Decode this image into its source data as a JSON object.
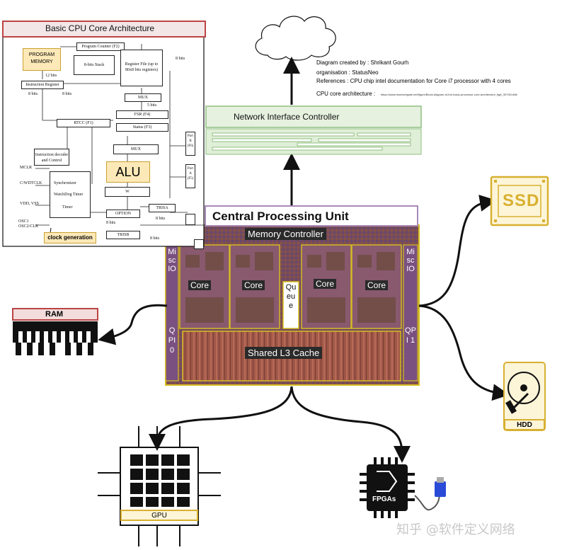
{
  "credits": {
    "created_by": "Diagram created by : Shrikant Gourh",
    "organisation": "organisation : StatusNeo",
    "references": "References : CPU chip intel documentation for Core i7 processor with 4 cores",
    "cpu_arch_label": "CPU core architecture :",
    "cpu_arch_url": "https://www.researchgate.net/figure/Block-diagram-of-the-basic-processor-core-architecture_fig6_307301486"
  },
  "core_arch": {
    "title": "Basic CPU Core Architecture",
    "program_memory": "PROGRAM MEMORY",
    "program_counter": "Program Counter (F2)",
    "stack": "8-bits Stack",
    "register_file": "Register File (up to 80x8 bits registers)",
    "instruction_register": "Instruction Register",
    "mux_top": "MUX",
    "fsr": "FSR (F4)",
    "status": "Status (F3)",
    "rtcc": "RTCC (F1)",
    "mux_mid": "MUX",
    "alu": "ALU",
    "w": "W",
    "instruction_decoder": "Instruction decoder and Control",
    "synchronizer": "Synchronizer",
    "watchdog": "WatchDog Timer",
    "timer": "Timer",
    "option": "OPTION",
    "trisa": "TRISA",
    "trisb": "TRISB",
    "port_b": "Port B (F6)",
    "port_a": "Port A (F5)",
    "mclr": "MCLR",
    "c_wdtclk": "C/WDTCLK",
    "vdd_vss": "VDD, VSS",
    "osc": "OSC1 OSC2/CLK",
    "clock_generation": "clock  generation",
    "bits_12": "12 bits",
    "bits_8a": "8 bits",
    "bits_8b": "8 bits",
    "bits_8c": "8 bits",
    "bits_5": "5 bits",
    "bits_8d": "8 bits",
    "bits_8e": "8 bits",
    "bits_8f": "8 bits"
  },
  "nic": {
    "label": "Network Interface Controller"
  },
  "cpu": {
    "title": "Central Processing Unit",
    "memory_controller": "Memory Controller",
    "misc_io_left": "Misc IO",
    "misc_io_right": "Misc IO",
    "qpi_left": "QPI 0",
    "qpi_right": "QPI 1",
    "cores": [
      "Core",
      "Core",
      "Core",
      "Core"
    ],
    "queue": "Queue",
    "l3_cache": "Shared L3 Cache"
  },
  "peripherals": {
    "ram": "RAM",
    "ssd": "SSD",
    "hdd": "HDD",
    "gpu": "GPU",
    "fpga": "FPGAs"
  },
  "watermark": "知乎 @软件定义网络"
}
